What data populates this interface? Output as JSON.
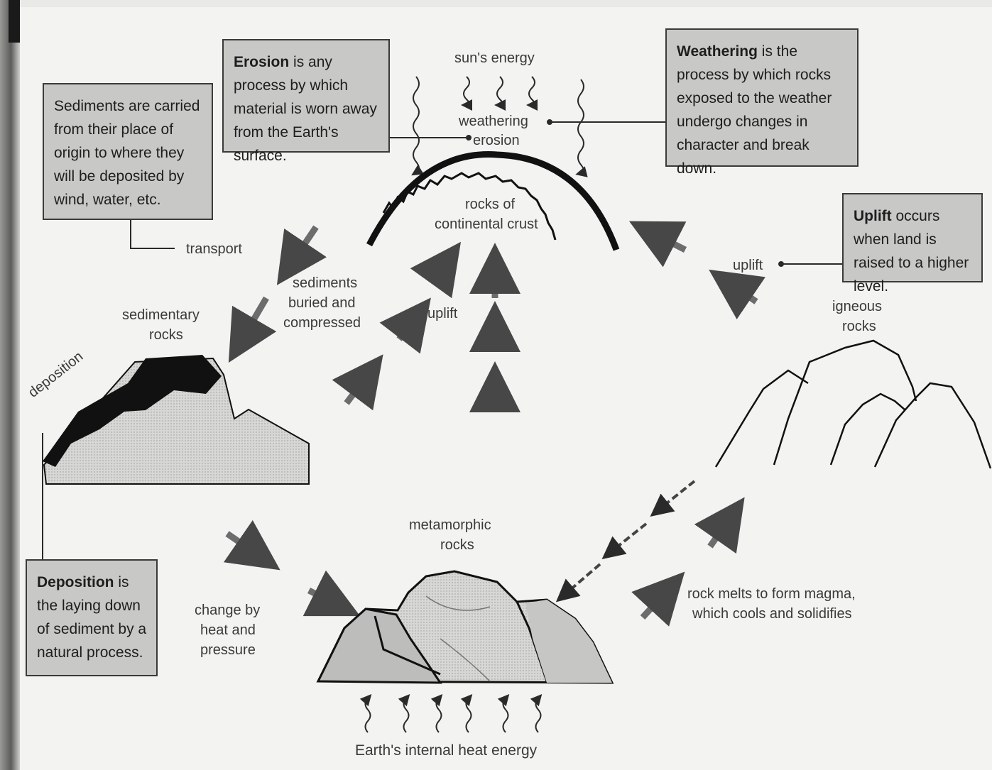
{
  "boxes": {
    "erosion": {
      "term": "Erosion",
      "text": " is any process by which material is worn away from the Earth's surface."
    },
    "weathering": {
      "term": "Weathering",
      "text": " is the process by which rocks exposed to the weather undergo changes in character and break down."
    },
    "sediments": {
      "text": "Sediments are carried from their place of origin to where they will be deposited by wind, water, etc."
    },
    "uplift": {
      "term": "Uplift",
      "text": " occurs when land is raised to a higher level."
    },
    "deposition": {
      "term": "Deposition",
      "text": " is the laying down of sediment by a natural process."
    }
  },
  "labels": {
    "suns_energy": "sun's energy",
    "weathering": "weathering",
    "erosion": "erosion",
    "rocks_of_crust_1": "rocks of",
    "rocks_of_crust_2": "continental crust",
    "transport": "transport",
    "sediments_buried_1": "sediments",
    "sediments_buried_2": "buried and",
    "sediments_buried_3": "compressed",
    "uplift_center": "uplift",
    "uplift_right": "uplift",
    "sedimentary_1": "sedimentary",
    "sedimentary_2": "rocks",
    "igneous_1": "igneous",
    "igneous_2": "rocks",
    "deposition": "deposition",
    "metamorphic_1": "metamorphic",
    "metamorphic_2": "rocks",
    "change_1": "change by",
    "change_2": "heat and",
    "change_3": "pressure",
    "magma_1": "rock melts to form magma,",
    "magma_2": "which cools and solidifies",
    "internal_heat": "Earth's internal heat energy"
  },
  "colors": {
    "box_fill": "#c8c8c6",
    "ink": "#1e1e1e",
    "arrow": "#3a3a3a"
  }
}
